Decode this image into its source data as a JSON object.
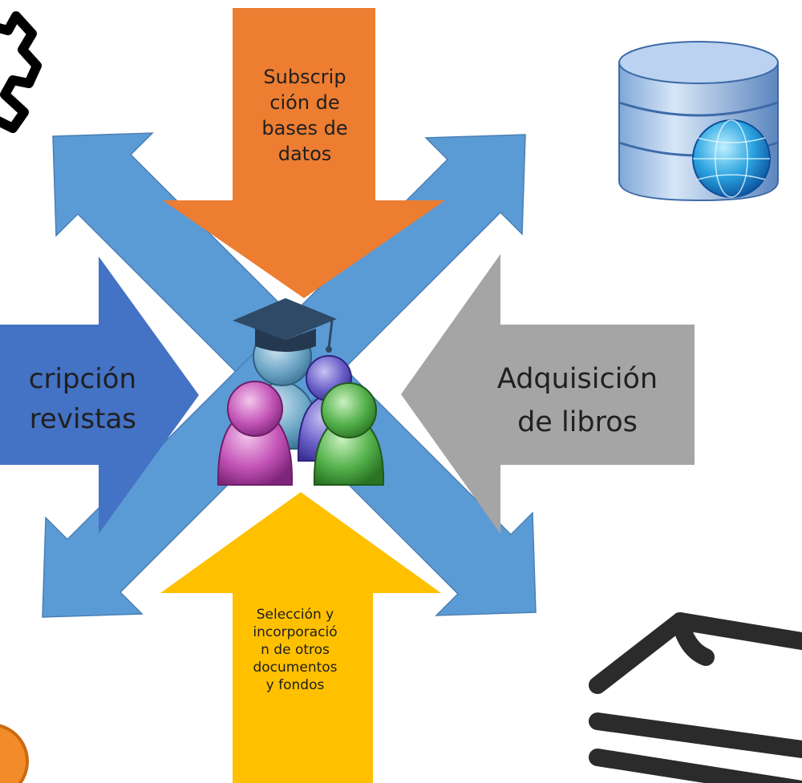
{
  "arrows": {
    "top": {
      "label": "Subscrip\nción de\nbases de\ndatos",
      "color": "#ED7D31"
    },
    "left": {
      "label": "cripción\nrevistas",
      "color": "#4472C4"
    },
    "right": {
      "label": "Adquisición\nde libros",
      "color": "#A5A5A5"
    },
    "bottom": {
      "label": "Selección y\nincorporació\nn de otros\ndocumentos\ny fondos",
      "color": "#FFC000"
    },
    "diagonal_color": "#5B9BD5",
    "diagonal_border": "#4A7FB5"
  },
  "icons": {
    "center": "students-group-icon",
    "top_left": "gear-icon",
    "top_right": "database-globe-icon",
    "bottom_right": "document-stack-icon",
    "bottom_left": "orange-circle-icon"
  },
  "colors": {
    "student_blue": "#6FA7C7",
    "student_purple": "#6A5FC8",
    "student_pink": "#C455B8",
    "student_green": "#53B04A",
    "cap": "#2E4A66"
  }
}
